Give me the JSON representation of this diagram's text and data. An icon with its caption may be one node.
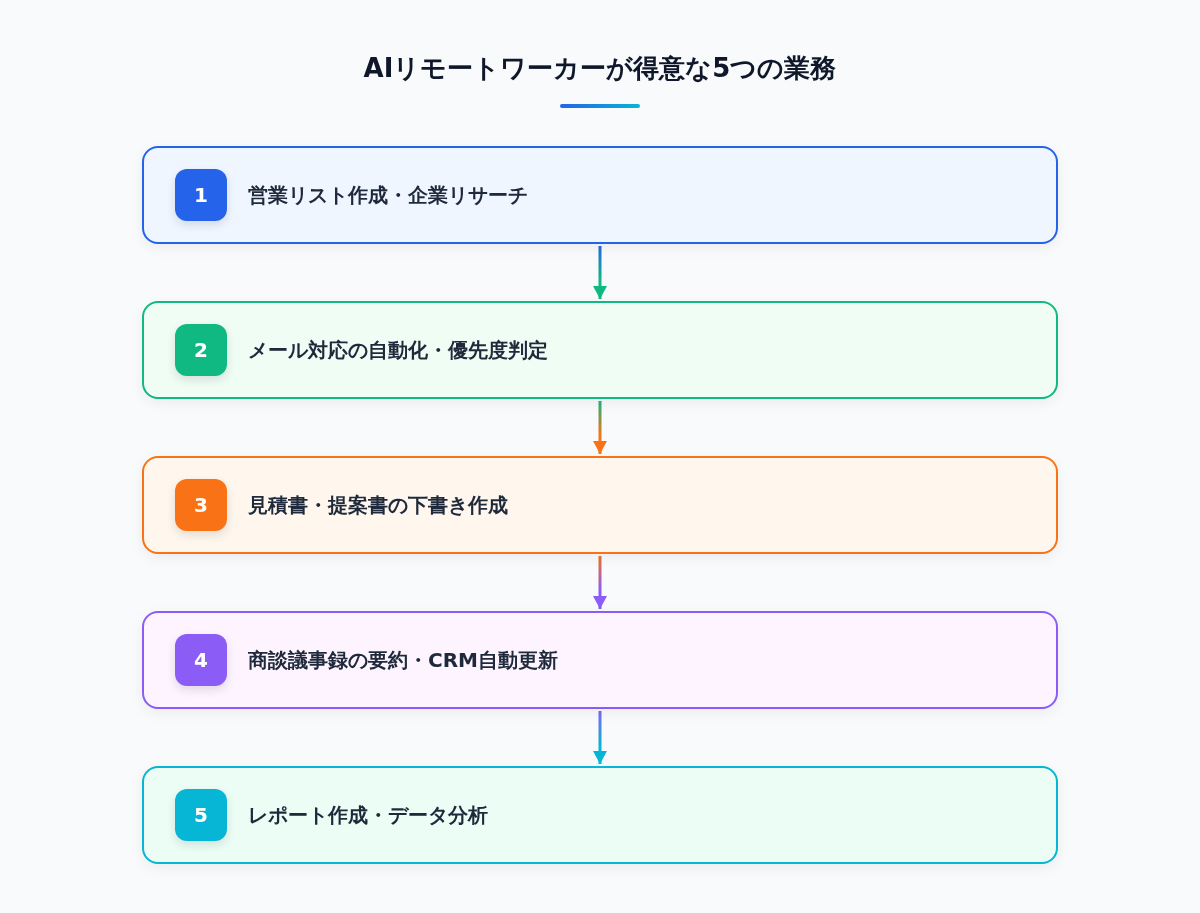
{
  "diagram": {
    "title": "AIリモートワーカーが得意な5つの業務",
    "nodes": [
      {
        "text": [
          "営業リスト作成・企業リサーチ"
        ]
      },
      {
        "text": [
          "1"
        ],
        "in": 0
      },
      {
        "text": [
          "メール対応の自動化・優先度判定"
        ]
      },
      {
        "text": [
          "2"
        ],
        "in": 2
      },
      {
        "text": [
          "見積書・提案書の下書き作成"
        ]
      },
      {
        "text": [
          "3"
        ],
        "in": 4
      },
      {
        "text": [
          "商談議事録の要約・CRM自動更新"
        ]
      },
      {
        "text": [
          "4"
        ],
        "in": 6
      },
      {
        "text": [
          "レポート作成・データ分析"
        ]
      },
      {
        "text": [
          "5"
        ],
        "in": 8
      }
    ],
    "edges": [
      {
        "from": 0,
        "to": 2,
        "arrow": "to",
        "color": "#10b981"
      },
      {
        "from": 2,
        "to": 4,
        "arrow": "to",
        "color": "#f97316"
      },
      {
        "from": 4,
        "to": 6,
        "arrow": "to",
        "color": "#8b5cf6"
      },
      {
        "from": 6,
        "to": 8,
        "arrow": "to",
        "color": "#06b6d4"
      }
    ]
  }
}
